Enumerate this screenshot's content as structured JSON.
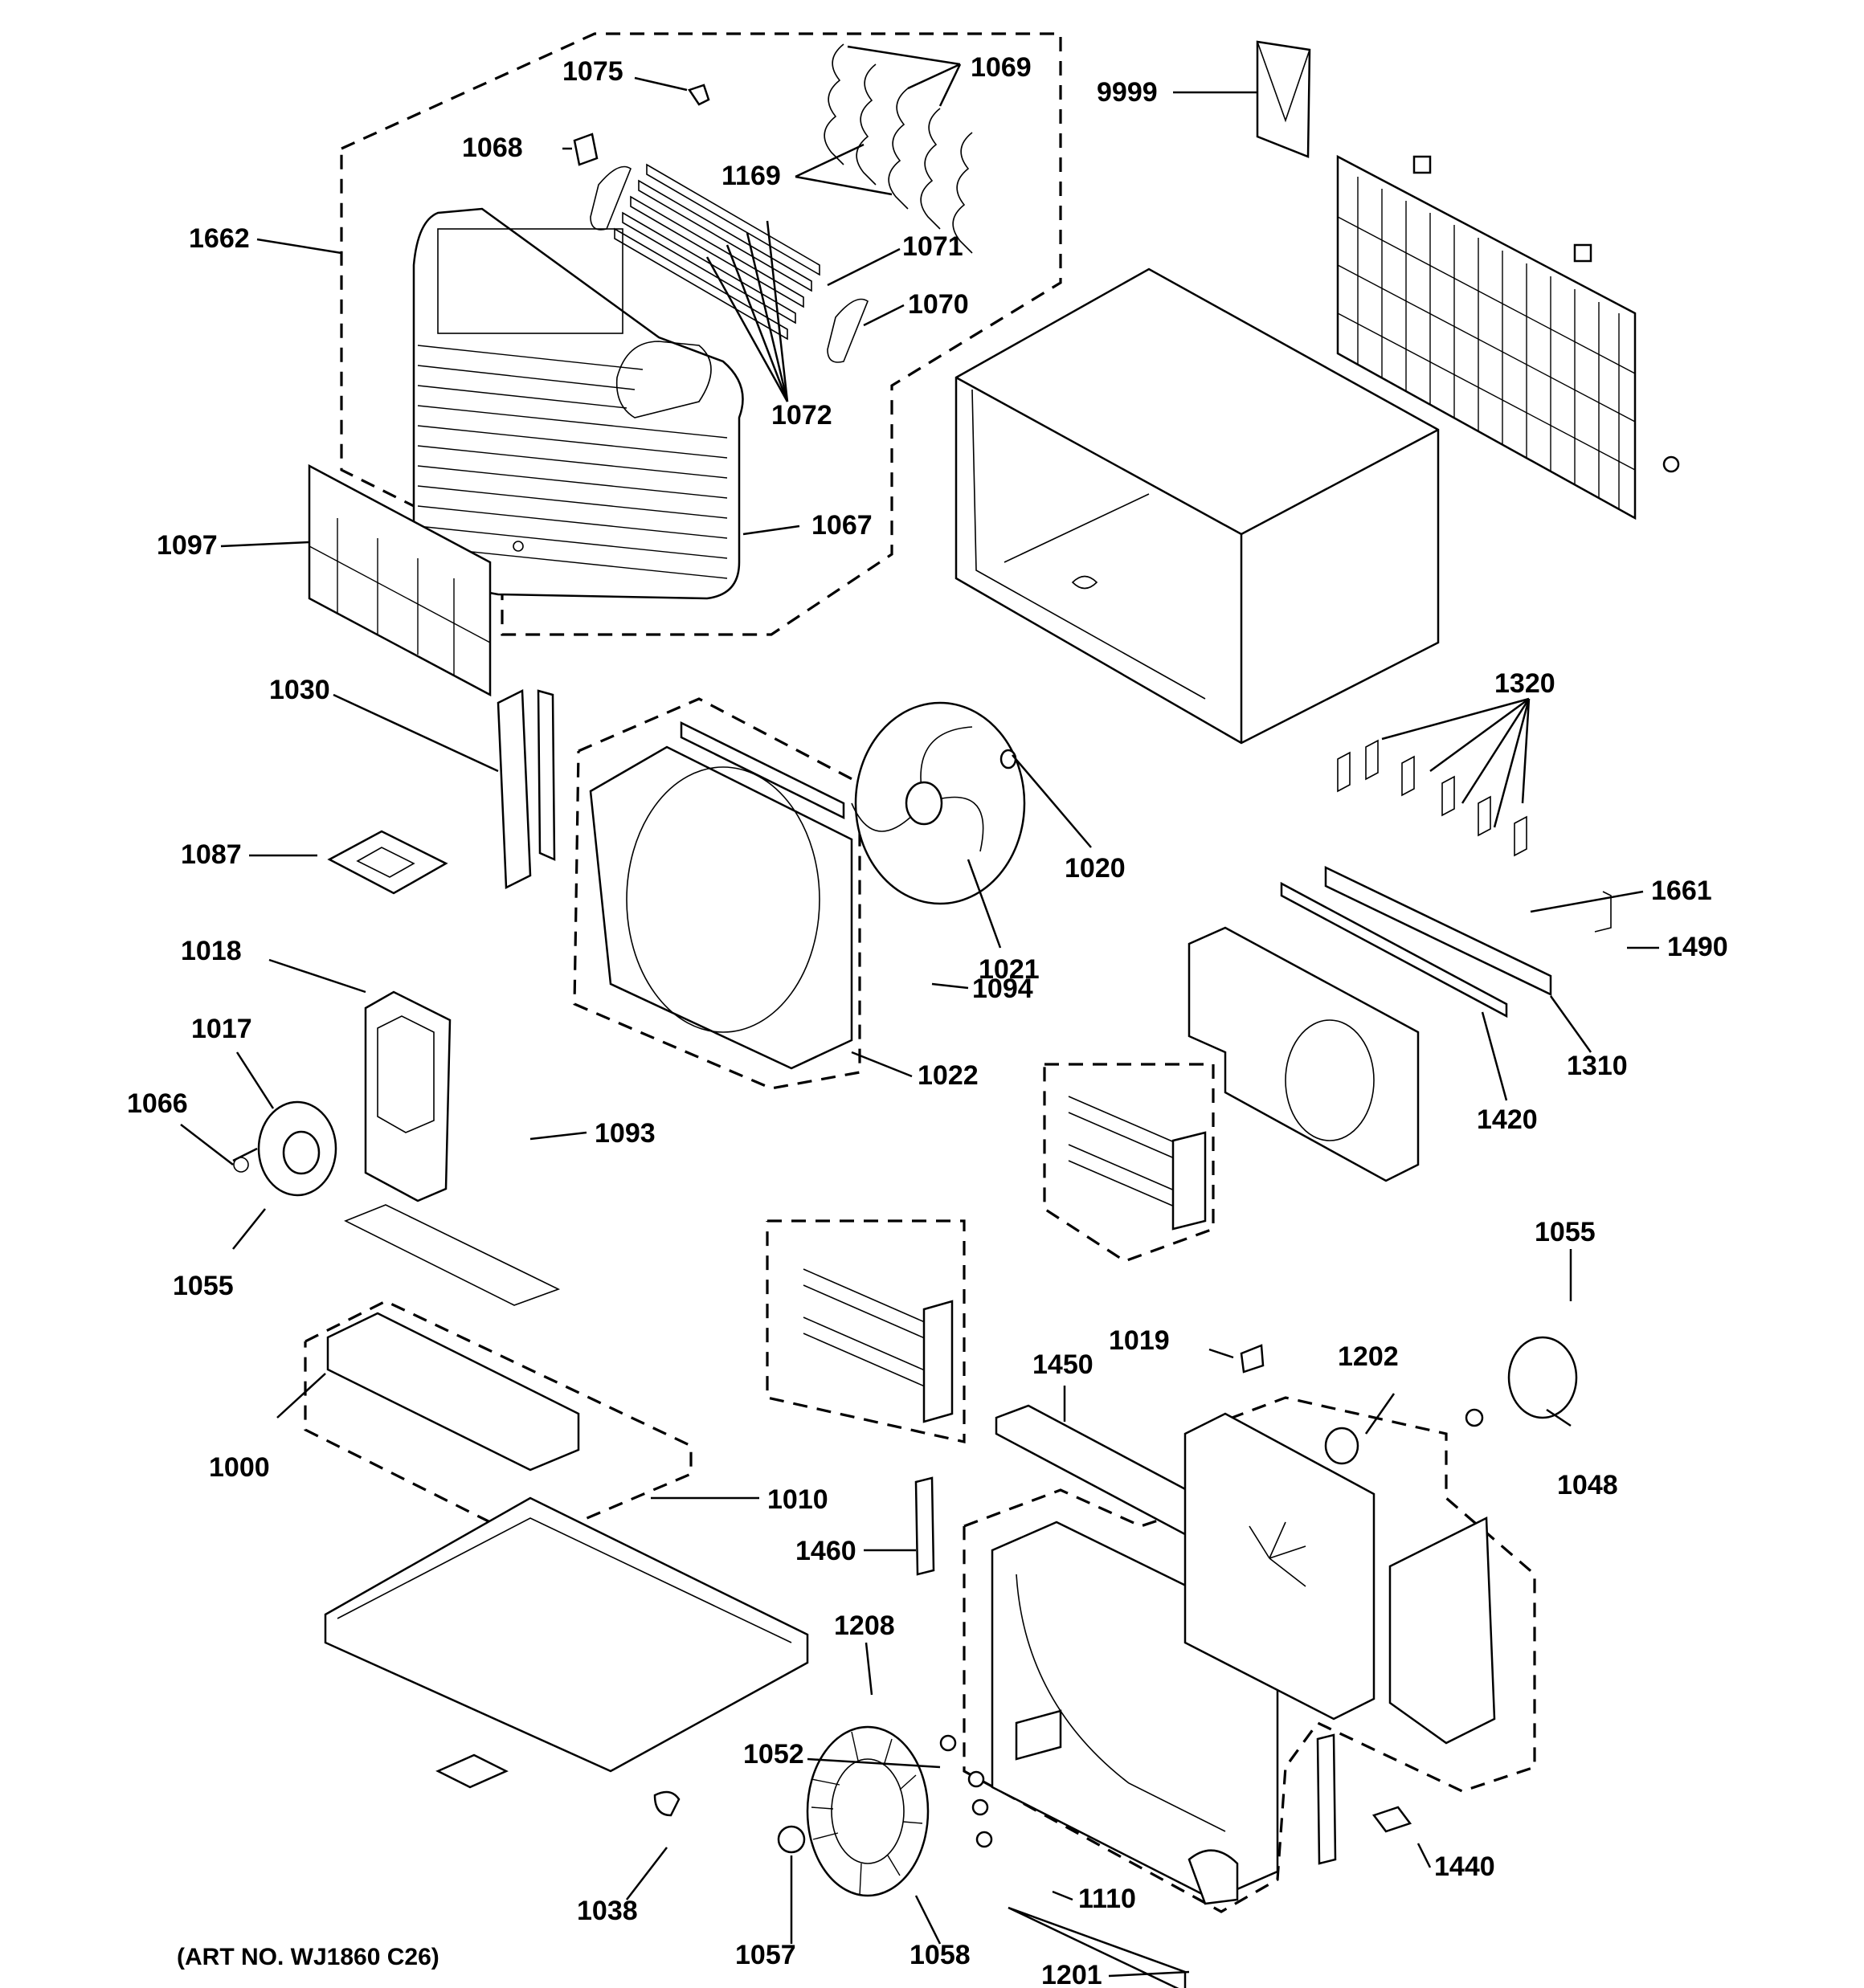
{
  "callouts": [
    {
      "id": "1075",
      "text": "1075"
    },
    {
      "id": "1069",
      "text": "1069"
    },
    {
      "id": "9999",
      "text": "9999"
    },
    {
      "id": "1068",
      "text": "1068"
    },
    {
      "id": "1169",
      "text": "1169"
    },
    {
      "id": "1662",
      "text": "1662"
    },
    {
      "id": "1071",
      "text": "1071"
    },
    {
      "id": "1070",
      "text": "1070"
    },
    {
      "id": "1072",
      "text": "1072"
    },
    {
      "id": "1097",
      "text": "1097"
    },
    {
      "id": "1067",
      "text": "1067"
    },
    {
      "id": "1030",
      "text": "1030"
    },
    {
      "id": "1320",
      "text": "1320"
    },
    {
      "id": "1087",
      "text": "1087"
    },
    {
      "id": "1020",
      "text": "1020"
    },
    {
      "id": "1661",
      "text": "1661"
    },
    {
      "id": "1018",
      "text": "1018"
    },
    {
      "id": "1021",
      "text": "1021"
    },
    {
      "id": "1490",
      "text": "1490"
    },
    {
      "id": "1094",
      "text": "1094"
    },
    {
      "id": "1017",
      "text": "1017"
    },
    {
      "id": "1310",
      "text": "1310"
    },
    {
      "id": "1022",
      "text": "1022"
    },
    {
      "id": "1066",
      "text": "1066"
    },
    {
      "id": "1420",
      "text": "1420"
    },
    {
      "id": "1093",
      "text": "1093"
    },
    {
      "id": "1055a",
      "text": "1055"
    },
    {
      "id": "1055b",
      "text": "1055"
    },
    {
      "id": "1019",
      "text": "1019"
    },
    {
      "id": "1450",
      "text": "1450"
    },
    {
      "id": "1202",
      "text": "1202"
    },
    {
      "id": "1000",
      "text": "1000"
    },
    {
      "id": "1048",
      "text": "1048"
    },
    {
      "id": "1010",
      "text": "1010"
    },
    {
      "id": "1460",
      "text": "1460"
    },
    {
      "id": "1208",
      "text": "1208"
    },
    {
      "id": "1052",
      "text": "1052"
    },
    {
      "id": "1440",
      "text": "1440"
    },
    {
      "id": "1038",
      "text": "1038"
    },
    {
      "id": "1110",
      "text": "1110"
    },
    {
      "id": "1057",
      "text": "1057"
    },
    {
      "id": "1058",
      "text": "1058"
    },
    {
      "id": "1201",
      "text": "1201"
    }
  ],
  "art_number": "(ART NO. WJ1860 C26)"
}
